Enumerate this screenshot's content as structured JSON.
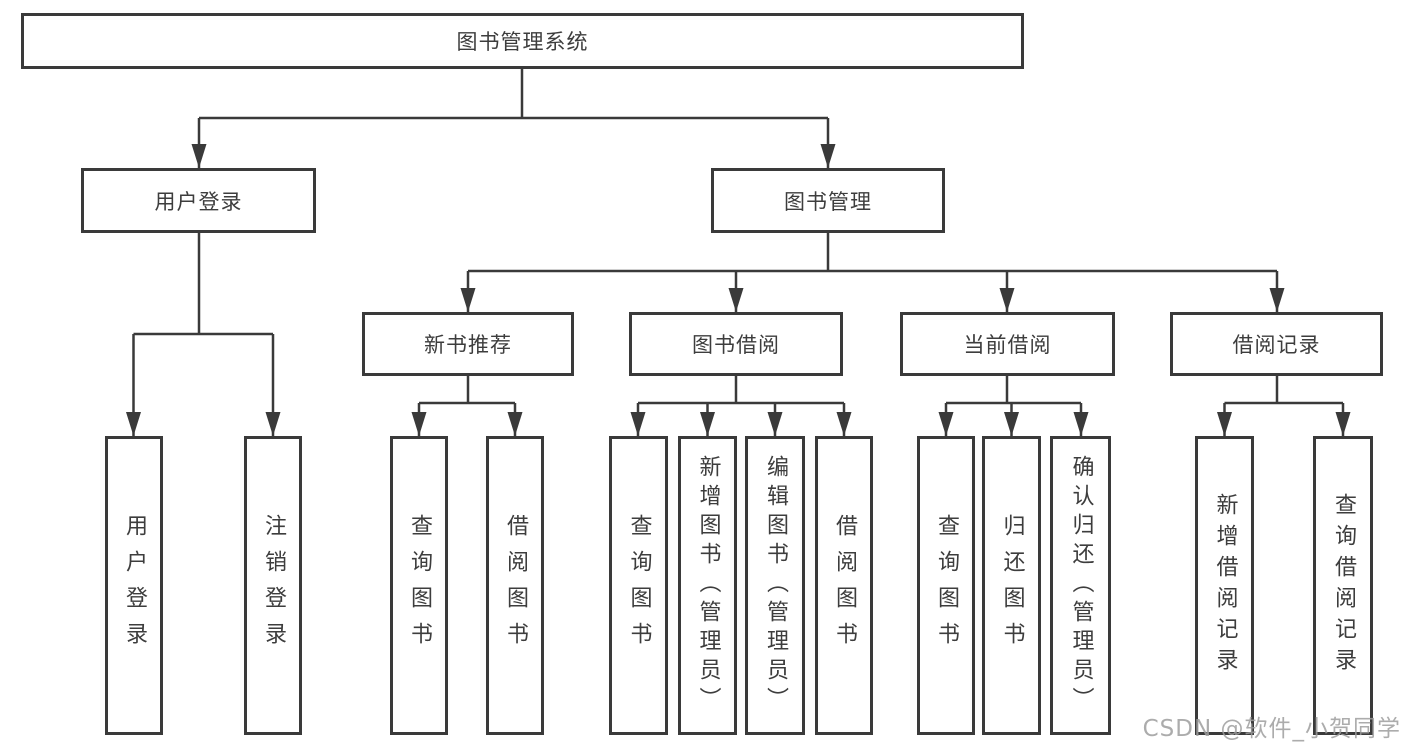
{
  "tree": {
    "label": "图书管理系统",
    "children": [
      {
        "label": "用户登录",
        "children": [
          {
            "label": "用户登录"
          },
          {
            "label": "注销登录"
          }
        ]
      },
      {
        "label": "图书管理",
        "children": [
          {
            "label": "新书推荐",
            "children": [
              {
                "label": "查询图书"
              },
              {
                "label": "借阅图书"
              }
            ]
          },
          {
            "label": "图书借阅",
            "children": [
              {
                "label": "查询图书"
              },
              {
                "label": "新增图书（管理员）"
              },
              {
                "label": "编辑图书（管理员）"
              },
              {
                "label": "借阅图书"
              }
            ]
          },
          {
            "label": "当前借阅",
            "children": [
              {
                "label": "查询图书"
              },
              {
                "label": "归还图书"
              },
              {
                "label": "确认归还（管理员）"
              }
            ]
          },
          {
            "label": "借阅记录",
            "children": [
              {
                "label": "新增借阅记录"
              },
              {
                "label": "查询借阅记录"
              }
            ]
          }
        ]
      }
    ]
  },
  "watermark": {
    "text": "CSDN @软件_小贺同学"
  },
  "colors": {
    "line": "#3a3a3a",
    "text": "#3d3d3d",
    "box_background": "#ffffff",
    "watermark": "#9e9e9e"
  }
}
